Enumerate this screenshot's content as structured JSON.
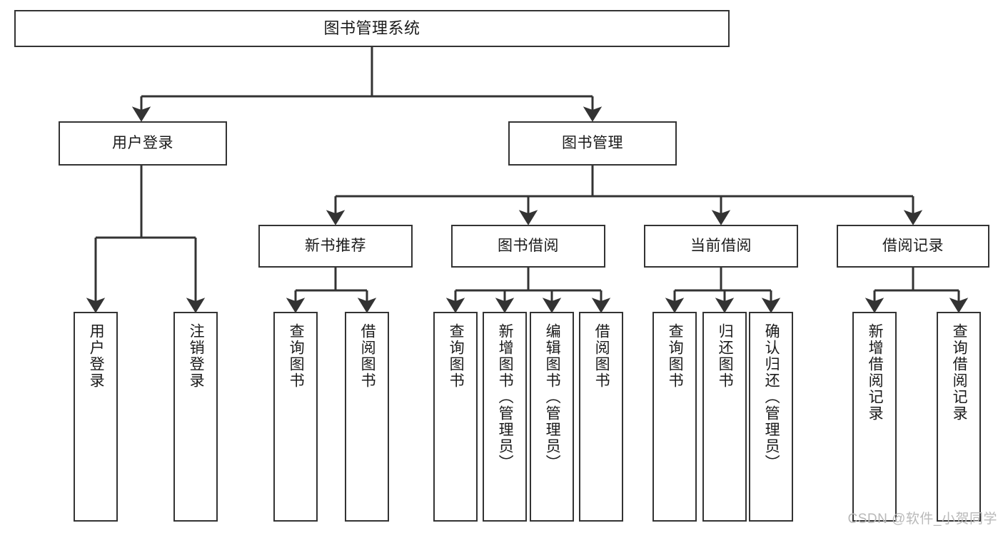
{
  "diagram": {
    "title": "图书管理系统",
    "type": "tree-hierarchy",
    "watermark": "CSDN @软件_小贺同学",
    "colors": {
      "box_border": "#333333",
      "box_fill": "#ffffff",
      "line": "#333333",
      "text": "#1a1a1a",
      "watermark": "#b9b9b9"
    },
    "nodes": {
      "root": {
        "label": "图书管理系统"
      },
      "level2": [
        {
          "id": "user-login",
          "label": "用户登录"
        },
        {
          "id": "book-management",
          "label": "图书管理"
        }
      ],
      "level3": [
        {
          "id": "new-book-recommend",
          "label": "新书推荐"
        },
        {
          "id": "book-borrow",
          "label": "图书借阅"
        },
        {
          "id": "current-borrow",
          "label": "当前借阅"
        },
        {
          "id": "borrow-record",
          "label": "借阅记录"
        }
      ],
      "leaves": {
        "user-login": [
          {
            "id": "user-login-leaf",
            "label": "用户登录"
          },
          {
            "id": "user-logout-leaf",
            "label": "注销登录"
          }
        ],
        "new-book-recommend": [
          {
            "id": "query-book-1",
            "label": "查询图书"
          },
          {
            "id": "borrow-book-1",
            "label": "借阅图书"
          }
        ],
        "book-borrow": [
          {
            "id": "query-book-2",
            "label": "查询图书"
          },
          {
            "id": "add-book-admin",
            "label": "新增图书（管理员）"
          },
          {
            "id": "edit-book-admin",
            "label": "编辑图书（管理员）"
          },
          {
            "id": "borrow-book-2",
            "label": "借阅图书"
          }
        ],
        "current-borrow": [
          {
            "id": "query-book-3",
            "label": "查询图书"
          },
          {
            "id": "return-book",
            "label": "归还图书"
          },
          {
            "id": "confirm-return-admin",
            "label": "确认归还（管理员）"
          }
        ],
        "borrow-record": [
          {
            "id": "add-borrow-record",
            "label": "新增借阅记录"
          },
          {
            "id": "query-borrow-record",
            "label": "查询借阅记录"
          }
        ]
      }
    }
  }
}
